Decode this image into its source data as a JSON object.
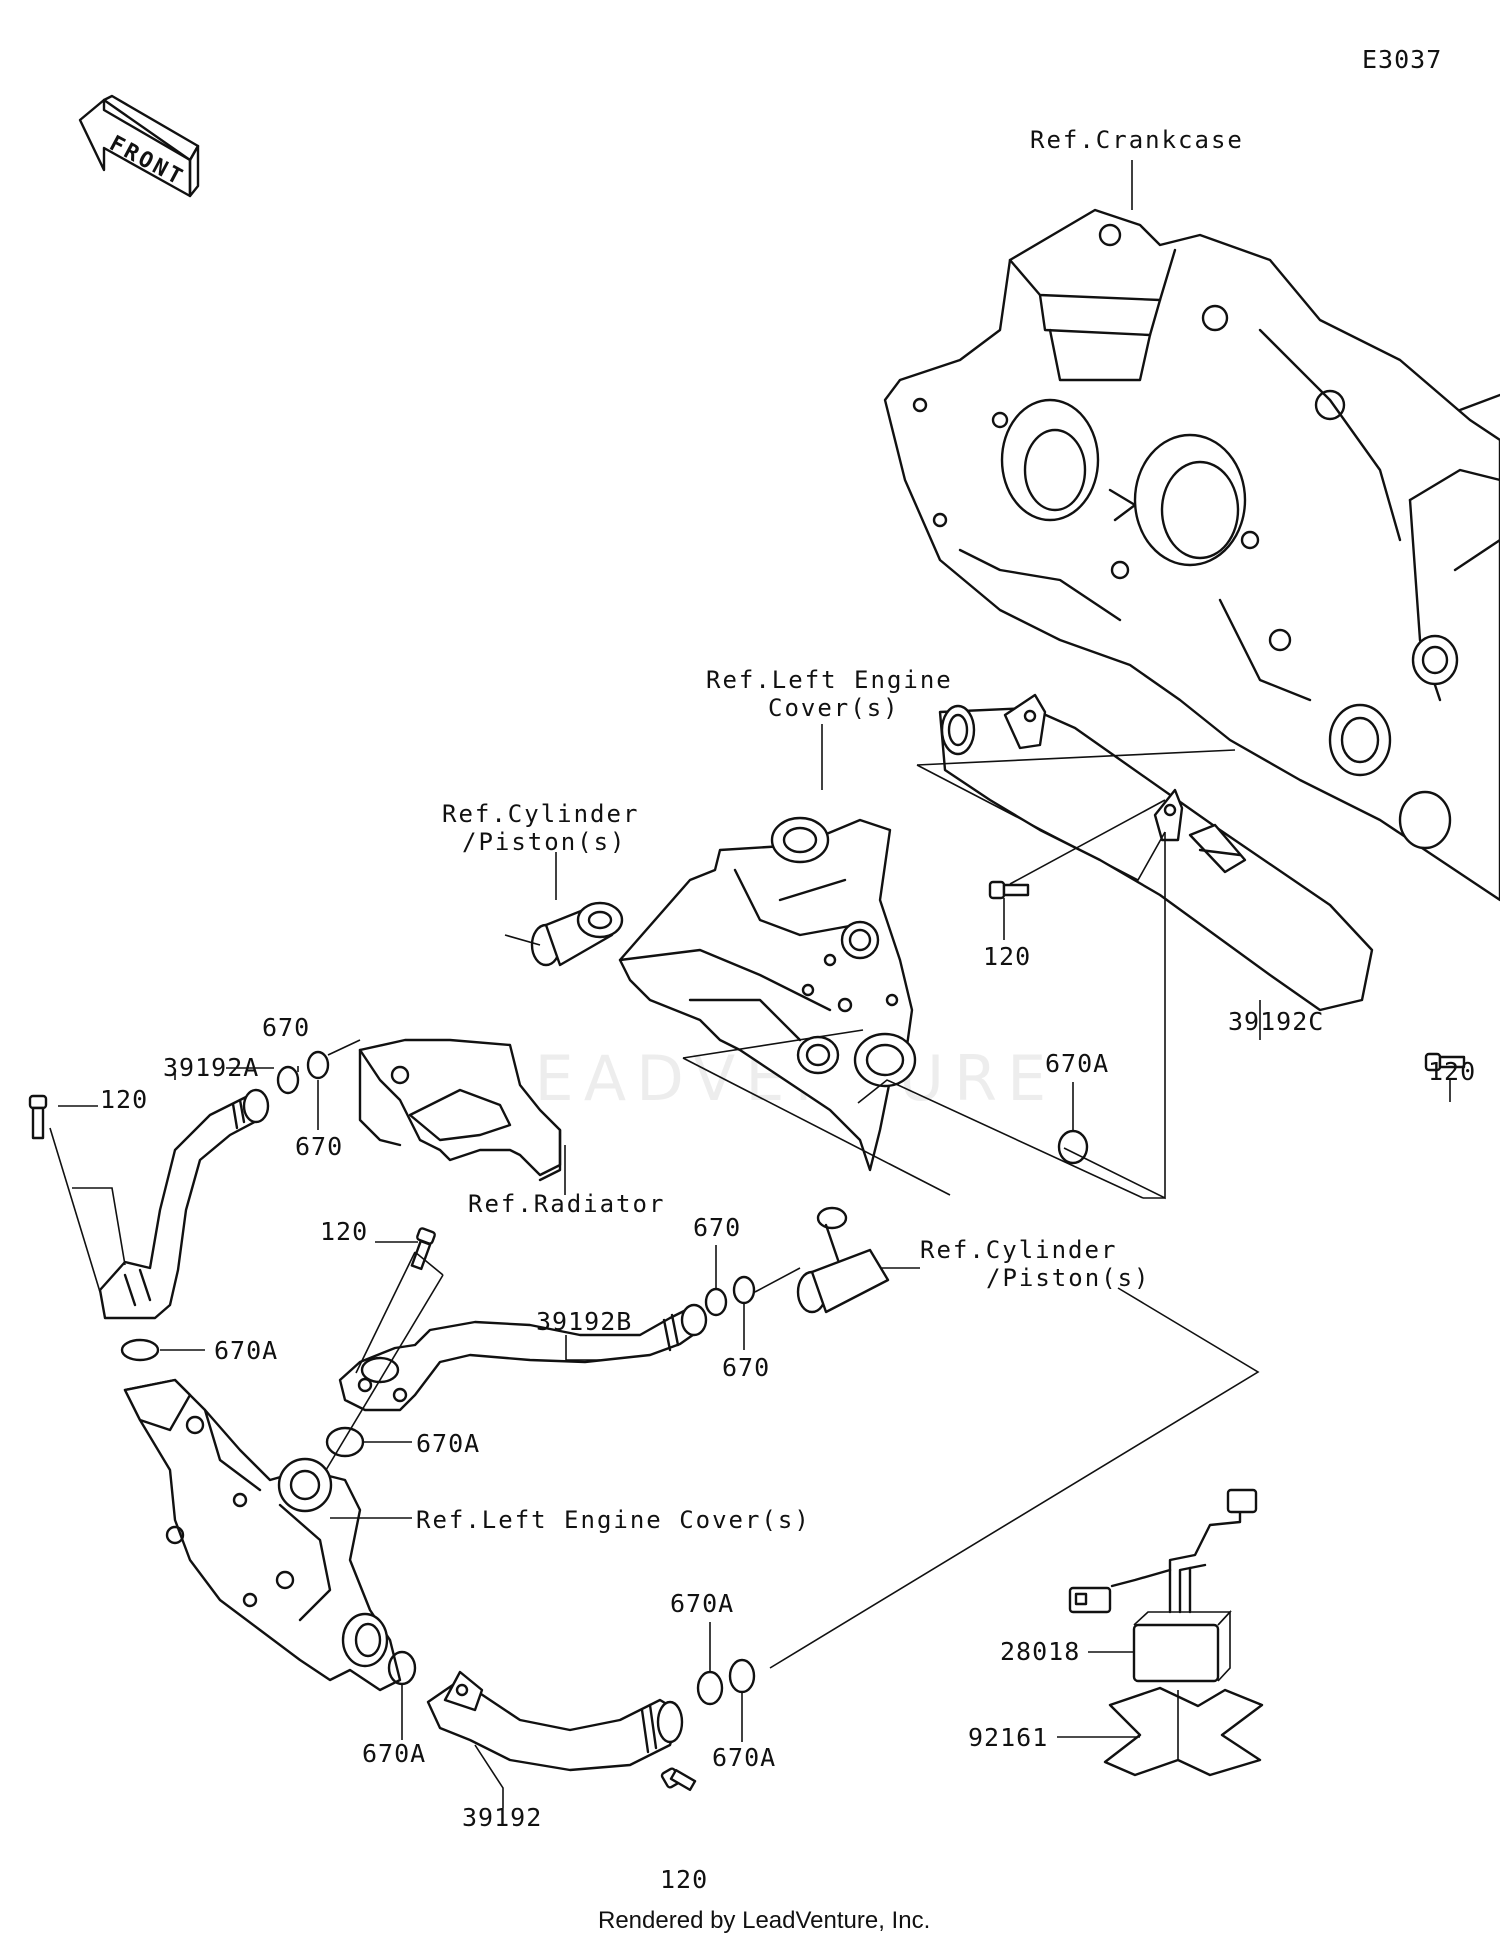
{
  "diagram_code": "E3037",
  "front_label": "FRONT",
  "watermark": "LEADVENTURE",
  "footer": "Rendered by LeadVenture, Inc.",
  "refs": {
    "crankcase": "Ref.Crankcase",
    "left_cover_top_1": "Ref.Left Engine",
    "left_cover_top_2": "Cover(s)",
    "cylinder_a_1": "Ref.Cylinder",
    "cylinder_a_2": "/Piston(s)",
    "cylinder_b_1": "Ref.Cylinder",
    "cylinder_b_2": "/Piston(s)",
    "radiator": "Ref.Radiator",
    "left_cover_bottom": "Ref.Left Engine Cover(s)"
  },
  "callouts": {
    "bolt_a": "120",
    "bolt_b": "120",
    "bolt_c": "120",
    "bolt_d": "120",
    "bolt_e": "120",
    "pipe_39192a": "39192A",
    "pipe_39192b": "39192B",
    "pipe_39192c": "39192C",
    "pipe_39192": "39192",
    "oring_670_a1": "670",
    "oring_670_a2": "670",
    "oring_670_b1": "670",
    "oring_670_b2": "670",
    "oring_670a_1": "670A",
    "oring_670a_2": "670A",
    "oring_670a_3": "670A",
    "oring_670a_4": "670A",
    "oring_670a_5": "670A",
    "harness_28018": "28018",
    "pad_92161": "92161"
  }
}
